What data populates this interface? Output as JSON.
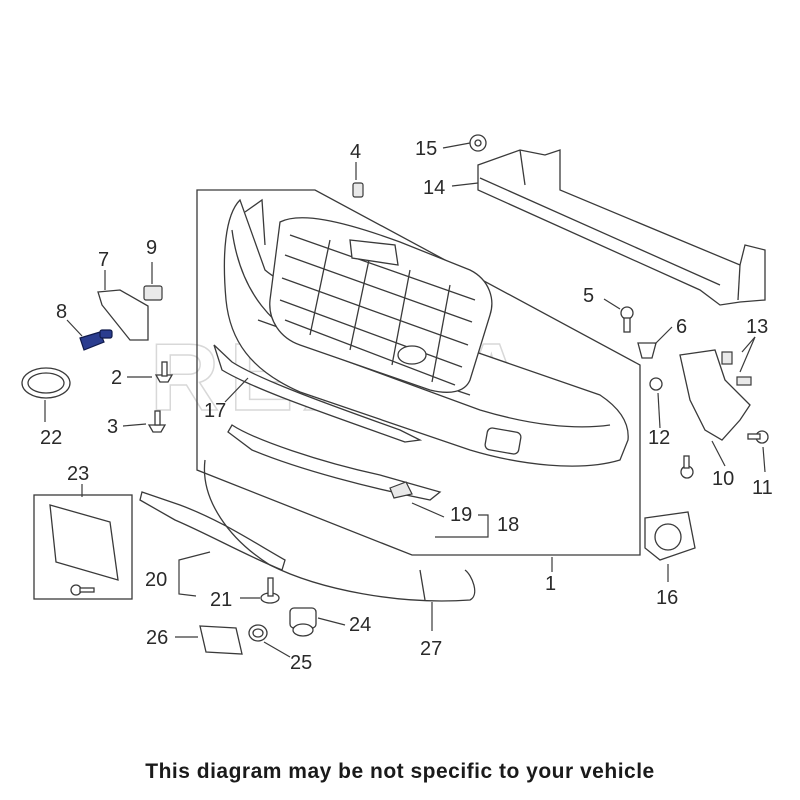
{
  "watermark": "REXKA",
  "disclaimer": "This diagram may be not specific to your vehicle",
  "highlight_color": "#2b3d8f",
  "callouts": [
    "1",
    "2",
    "3",
    "4",
    "5",
    "6",
    "7",
    "8",
    "9",
    "10",
    "11",
    "12",
    "13",
    "14",
    "15",
    "16",
    "17",
    "18",
    "19",
    "20",
    "21",
    "22",
    "23",
    "24",
    "25",
    "26",
    "27"
  ]
}
